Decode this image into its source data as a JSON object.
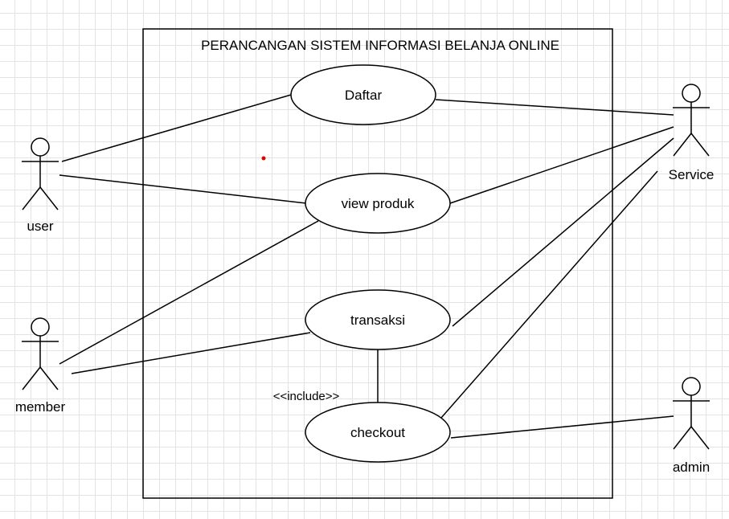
{
  "diagram": {
    "system_title": "PERANCANGAN SISTEM INFORMASI BELANJA ONLINE",
    "use_cases": {
      "daftar": "Daftar",
      "view_produk": "view produk",
      "transaksi": "transaksi",
      "checkout": "checkout"
    },
    "actors": {
      "user": "user",
      "member": "member",
      "service": "Service",
      "admin": "admin"
    },
    "relationships": [
      {
        "from": "user",
        "to": "Daftar"
      },
      {
        "from": "user",
        "to": "view produk"
      },
      {
        "from": "member",
        "to": "view produk"
      },
      {
        "from": "member",
        "to": "transaksi"
      },
      {
        "from": "Service",
        "to": "Daftar"
      },
      {
        "from": "Service",
        "to": "view produk"
      },
      {
        "from": "Service",
        "to": "transaksi"
      },
      {
        "from": "Service",
        "to": "checkout"
      },
      {
        "from": "admin",
        "to": "checkout"
      },
      {
        "from": "transaksi",
        "to": "checkout",
        "stereotype": "<<include>>"
      }
    ],
    "include_label": "<<include>>",
    "colors": {
      "line": "#000000",
      "grid": "#e3e3e3",
      "marker": "#e00000"
    }
  }
}
